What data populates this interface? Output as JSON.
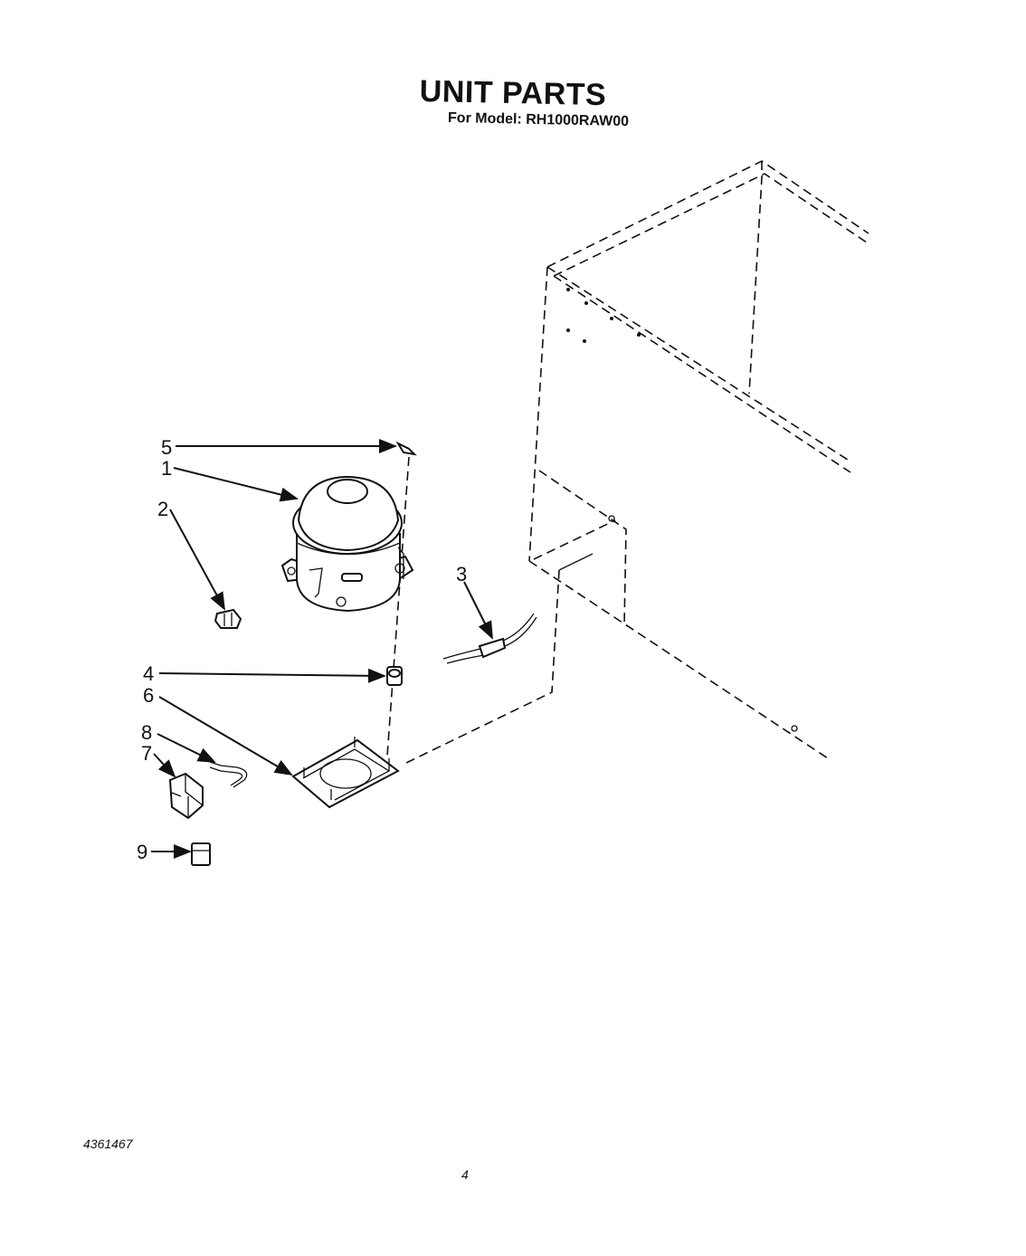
{
  "title": "UNIT PARTS",
  "subtitle": "For Model: RH1000RAW00",
  "document_number": "4361467",
  "page_number": "4",
  "callouts": [
    "1",
    "2",
    "3",
    "4",
    "5",
    "6",
    "7",
    "8",
    "9"
  ]
}
